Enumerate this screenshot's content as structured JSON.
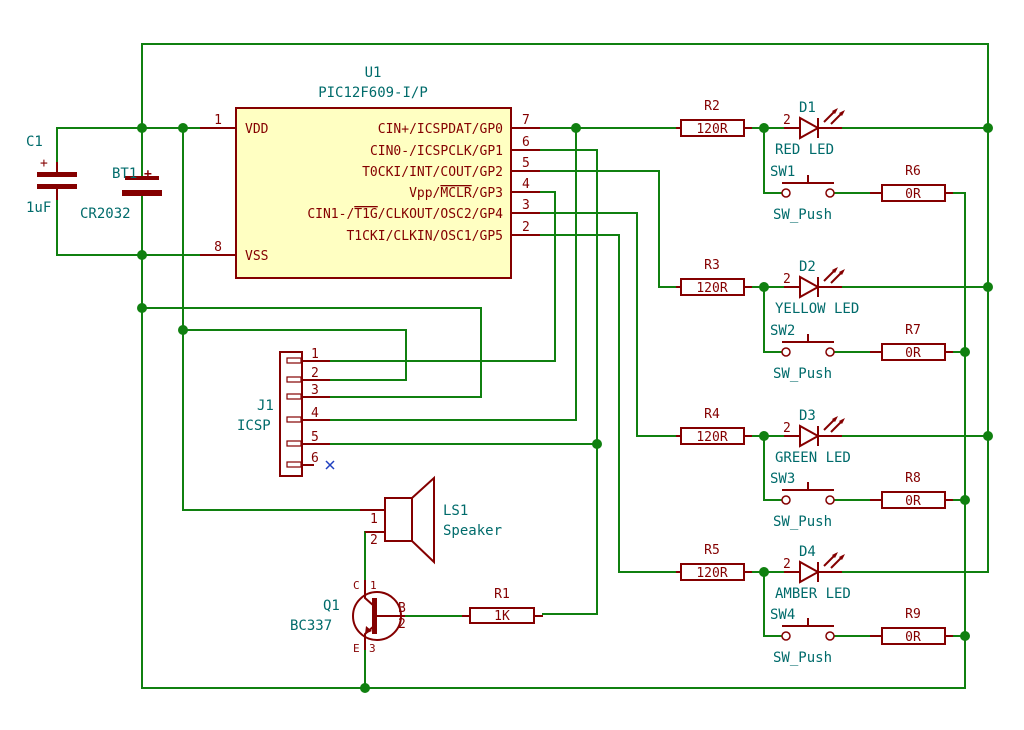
{
  "u1": {
    "ref": "U1",
    "value": "PIC12F609-I/P",
    "left_pins": [
      {
        "num": "1",
        "name": "VDD"
      },
      {
        "num": "8",
        "name": "VSS"
      }
    ],
    "right_pins": [
      {
        "num": "7",
        "name_pre": "CIN+/ICSPDAT/GP0",
        "name_over": "",
        "name_post": ""
      },
      {
        "num": "6",
        "name_pre": "CIN0-/ICSPCLK/GP1",
        "name_over": "",
        "name_post": ""
      },
      {
        "num": "5",
        "name_pre": "T0CKI/INT/COUT/GP2",
        "name_over": "",
        "name_post": ""
      },
      {
        "num": "4",
        "name_pre": "Vpp/",
        "name_over": "MCLR",
        "name_post": "/GP3"
      },
      {
        "num": "3",
        "name_pre": "CIN1-/",
        "name_over": "T1G",
        "name_post": "/CLKOUT/OSC2/GP4"
      },
      {
        "num": "2",
        "name_pre": "T1CKI/CLKIN/OSC1/GP5",
        "name_over": "",
        "name_post": ""
      }
    ]
  },
  "c1": {
    "ref": "C1",
    "value": "1uF",
    "plus": "+"
  },
  "bt1": {
    "ref": "BT1",
    "value": "CR2032",
    "plus": "+"
  },
  "j1": {
    "ref": "J1",
    "value": "ICSP",
    "pins": [
      "1",
      "2",
      "3",
      "4",
      "5",
      "6"
    ]
  },
  "ls1": {
    "ref": "LS1",
    "value": "Speaker",
    "pin1": "1",
    "pin2": "2"
  },
  "q1": {
    "ref": "Q1",
    "value": "BC337",
    "c": "C",
    "b": "B",
    "e": "E",
    "pin_c": "1",
    "pin_b": "2",
    "pin_e": "3"
  },
  "r1": {
    "ref": "R1",
    "value": "1K"
  },
  "channels": [
    {
      "r_ref": "R2",
      "r_val": "120R",
      "d_ref": "D1",
      "d_val": "RED LED",
      "d_pin": "2",
      "sw_ref": "SW1",
      "sw_val": "SW_Push",
      "rs_ref": "R6",
      "rs_val": "0R"
    },
    {
      "r_ref": "R3",
      "r_val": "120R",
      "d_ref": "D2",
      "d_val": "YELLOW LED",
      "d_pin": "2",
      "sw_ref": "SW2",
      "sw_val": "SW_Push",
      "rs_ref": "R7",
      "rs_val": "0R"
    },
    {
      "r_ref": "R4",
      "r_val": "120R",
      "d_ref": "D3",
      "d_val": "GREEN LED",
      "d_pin": "2",
      "sw_ref": "SW3",
      "sw_val": "SW_Push",
      "rs_ref": "R8",
      "rs_val": "0R"
    },
    {
      "r_ref": "R5",
      "r_val": "120R",
      "d_ref": "D4",
      "d_val": "AMBER LED",
      "d_pin": "2",
      "sw_ref": "SW4",
      "sw_val": "SW_Push",
      "rs_ref": "R9",
      "rs_val": "0R"
    }
  ],
  "colors": {
    "wire": "#108010",
    "part": "#840000",
    "ref_text": "#006b6b",
    "ic_fill": "#ffffc2",
    "background": "#ffffff"
  }
}
